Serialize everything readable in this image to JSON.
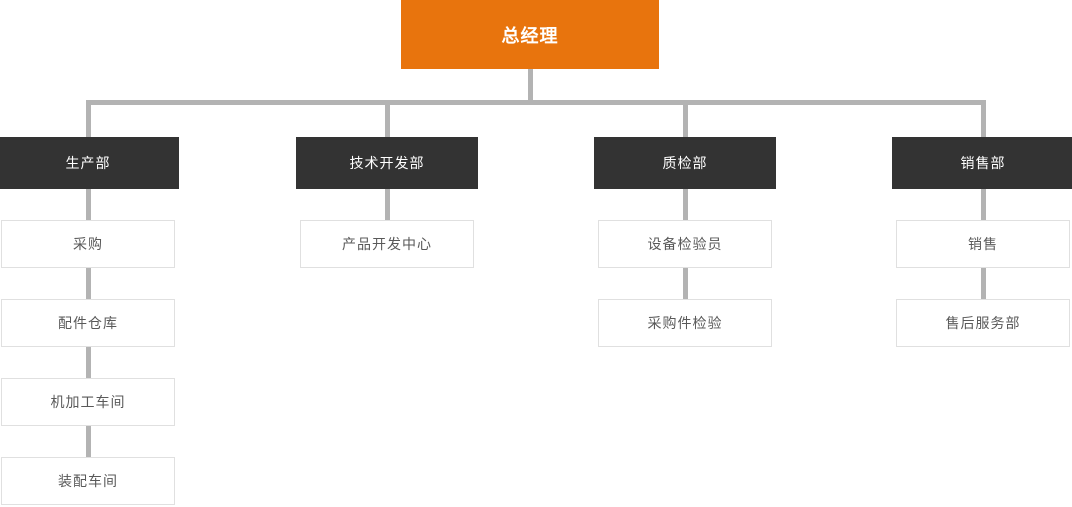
{
  "root": {
    "label": "总经理"
  },
  "columns": [
    {
      "dept": "生产部",
      "children": [
        "采购",
        "配件仓库",
        "机加工车间",
        "装配车间"
      ]
    },
    {
      "dept": "技术开发部",
      "children": [
        "产品开发中心"
      ]
    },
    {
      "dept": "质检部",
      "children": [
        "设备检验员",
        "采购件检验"
      ]
    },
    {
      "dept": "销售部",
      "children": [
        "销售",
        "售后服务部"
      ]
    }
  ],
  "colors": {
    "root_bg": "#E8740D",
    "root_text": "#FFFFFF",
    "dept_bg": "#333333",
    "dept_text": "#FFFFFF",
    "line": "#B3B3B3",
    "child_border": "#E0E0E0",
    "child_text": "#595959",
    "shadow_bar": "#E3E3E3",
    "canvas_bg": "#FFFFFF"
  }
}
